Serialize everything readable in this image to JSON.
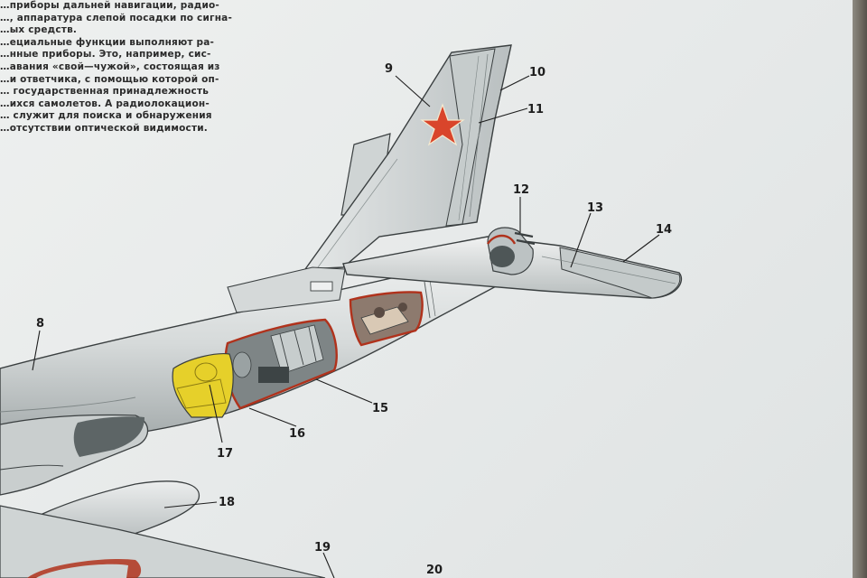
{
  "text_lines": [
    "…приборы дальней навигации, радио-",
    "…, аппаратура слепой посадки по сигна-",
    "…ых средств.",
    "…ециальные функции выполняют ра-",
    "…нные приборы. Это, например, сис-",
    "…авания «свой—чужой», состоящая из",
    "…и ответчика, с помощью которой оп-",
    "… государственная принадлежность",
    "…ихся самолетов. А радиолокацион-",
    "… служит для поиска и обнаружения",
    "…отсутствии оптической видимости."
  ],
  "callouts": {
    "n8": "8",
    "n9": "9",
    "n10": "10",
    "n11": "11",
    "n12": "12",
    "n13": "13",
    "n14": "14",
    "n15": "15",
    "n16": "16",
    "n17": "17",
    "n18": "18",
    "n19": "19",
    "n20": "20"
  },
  "colors": {
    "paper": "#e9ecec",
    "metal_light": "#d9dddd",
    "metal_dark": "#9aa2a3",
    "outline": "#3a3f40",
    "star": "#d9452b",
    "cutaway_red": "#b0321c",
    "radar_yellow": "#e6d02a"
  }
}
